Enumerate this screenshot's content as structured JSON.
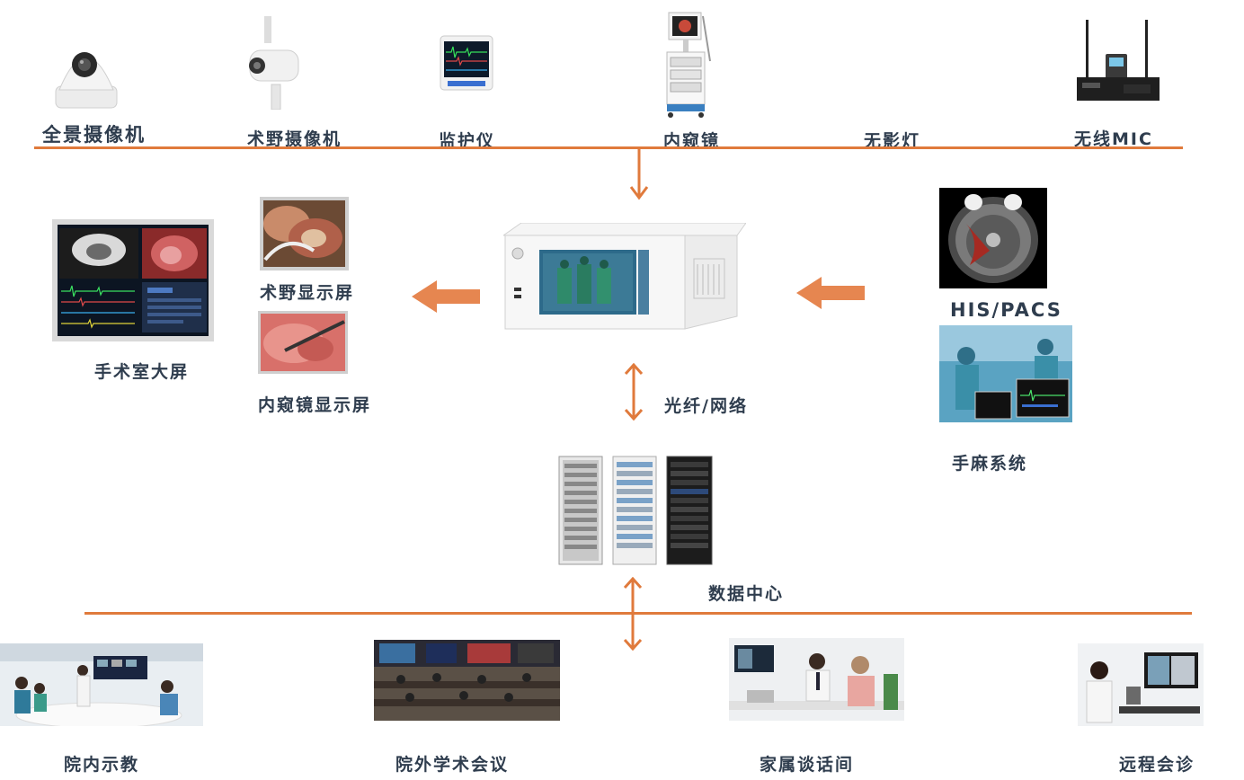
{
  "top_devices": {
    "panoramic_camera": "全景摄像机",
    "surgical_field_camera": "术野摄像机",
    "monitor": "监护仪",
    "endoscope": "内窥镜",
    "shadowless_lamp": "无影灯",
    "wireless_mic": "无线MIC"
  },
  "displays": {
    "or_big_screen": "手术室大屏",
    "field_display": "术野显示屏",
    "endoscope_display": "内窥镜显示屏"
  },
  "right_systems": {
    "his_pacs": "HIS/PACS",
    "anesthesia": "手麻系统"
  },
  "center": {
    "link_label": "光纤/网络",
    "data_center": "数据中心"
  },
  "bottom_apps": {
    "internal_teaching": "院内示教",
    "external_meeting": "院外学术会议",
    "family_room": "家属谈话间",
    "remote_consult": "远程会诊"
  },
  "colors": {
    "accent": "#e07a3c",
    "text": "#2f3d4e"
  }
}
